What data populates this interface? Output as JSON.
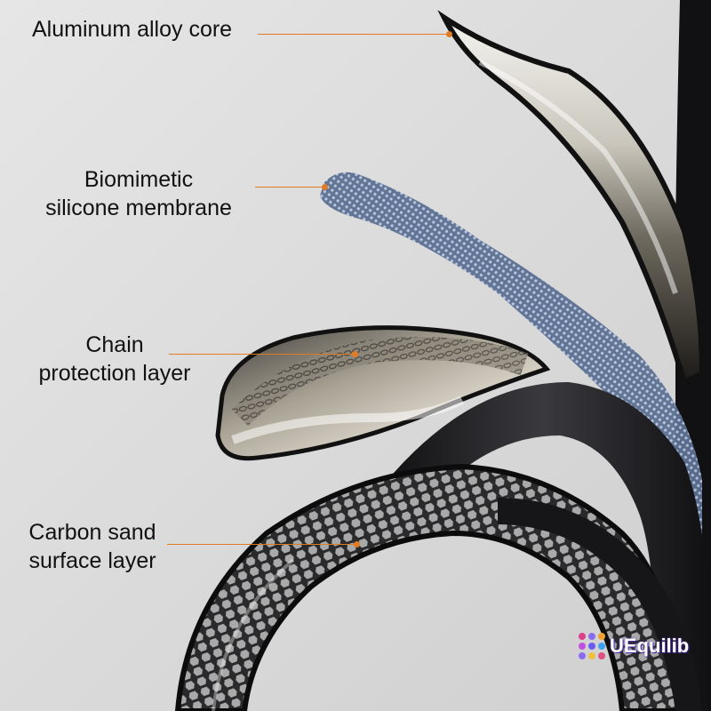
{
  "labels": {
    "aluminum_core": "Aluminum alloy core",
    "membrane_line1": "Biomimetic",
    "membrane_line2": "silicone membrane",
    "chain_line1": "Chain",
    "chain_line2": "protection layer",
    "carbon_line1": "Carbon sand",
    "carbon_line2": "surface layer"
  },
  "watermark": {
    "text": "UEquilib",
    "dot_colors": [
      "#e0408a",
      "#8a6cf0",
      "#f0a030",
      "#c050e0",
      "#6a5cf0",
      "#40a0f0",
      "#8a6cf0",
      "#f0c040",
      "#e05080"
    ]
  },
  "colors": {
    "background": "#dcdcdc",
    "leader": "#e07b24",
    "mesh_blue": "#7a8fb0",
    "metal_dark": "#1b1b1d"
  }
}
